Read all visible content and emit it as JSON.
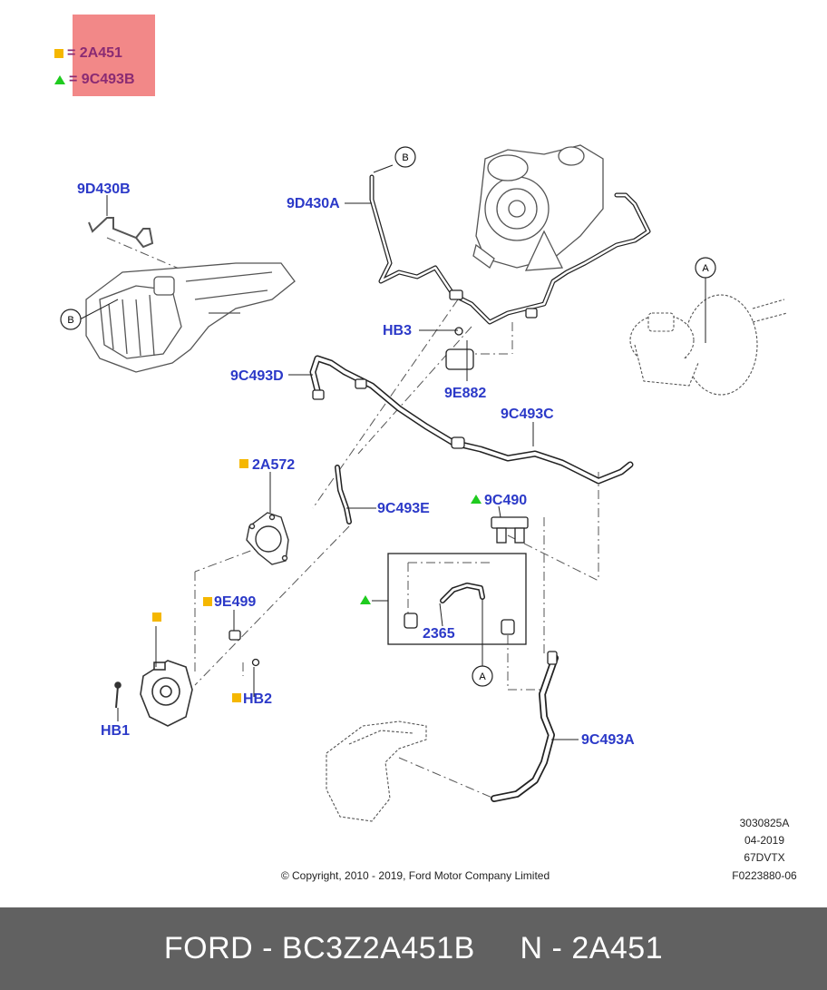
{
  "legend": {
    "square_label": "= 2A451",
    "triangle_label": "= 9C493B",
    "square_color": "#f5b700",
    "triangle_color": "#1fcb1f"
  },
  "labels": {
    "l_9d430b": "9D430B",
    "l_9d430a": "9D430A",
    "l_hb3": "HB3",
    "l_9e882": "9E882",
    "l_9c493d": "9C493D",
    "l_9c493c": "9C493C",
    "l_2a572": "2A572",
    "l_9c493e": "9C493E",
    "l_9c490": "9C490",
    "l_9e499": "9E499",
    "l_2365": "2365",
    "l_hb2": "HB2",
    "l_hb1": "HB1",
    "l_9c493a": "9C493A"
  },
  "callouts": {
    "b_top": "B",
    "b_left": "B",
    "a_top": "A",
    "a_bottom": "A"
  },
  "meta": {
    "code1": "3030825A",
    "date": "04-2019",
    "code2": "67DVTX",
    "code3": "F0223880-06",
    "copyright": "© Copyright, 2010 - 2019, Ford Motor Company Limited"
  },
  "footer": {
    "part_text": "FORD - BC3Z2A451B",
    "ref_text": "N - 2A451"
  },
  "colors": {
    "label_blue": "#2b39c8",
    "marker_yellow": "#f5b700",
    "marker_green": "#1fcb1f",
    "footer_bg": "#616161",
    "legend_bg": "#f28888"
  }
}
